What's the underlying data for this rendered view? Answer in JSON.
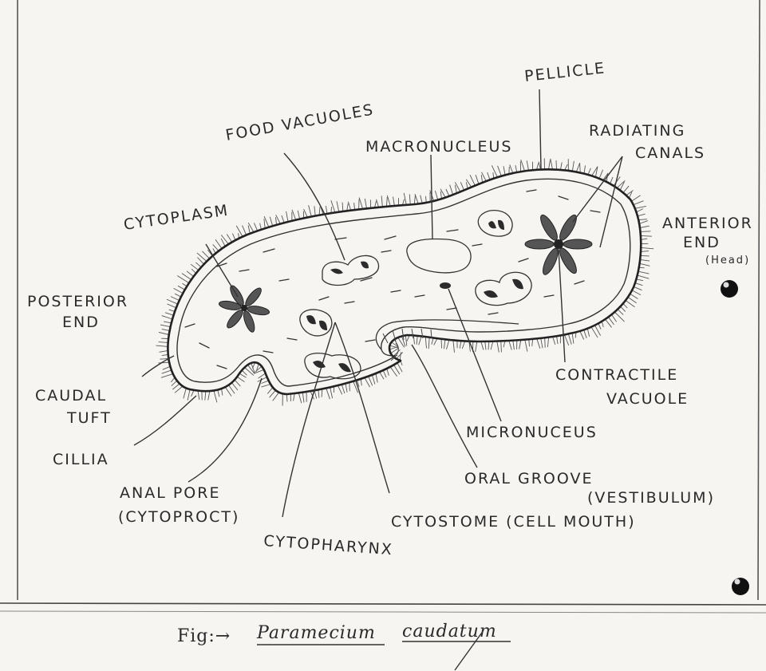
{
  "diagram": {
    "labels": {
      "food_vacuoles": "FOOD VACUOLES",
      "pellicle": "PELLICLE",
      "macronucleus": "MACRONUCLEUS",
      "radiating_canals_1": "RADIATING",
      "radiating_canals_2": "CANALS",
      "cytoplasm": "CYTOPLASM",
      "anterior_end_1": "ANTERIOR",
      "anterior_end_2": "END",
      "anterior_end_3": "(Head)",
      "posterior_end_1": "POSTERIOR",
      "posterior_end_2": "END",
      "caudal_tuft_1": "CAUDAL",
      "caudal_tuft_2": "TUFT",
      "cillia": "CILLIA",
      "contractile_vacuole_1": "CONTRACTILE",
      "contractile_vacuole_2": "VACUOLE",
      "micronucleus": "MICRONUCEUS",
      "oral_groove_1": "ORAL GROOVE",
      "oral_groove_2": "(VESTIBULUM)",
      "anal_pore_1": "ANAL PORE",
      "anal_pore_2": "(CYTOPROCT)",
      "cytostome": "CYTOSTOME (CELL MOUTH)",
      "cytopharynx": "CYTOPHARYNX"
    },
    "caption": {
      "prefix": "Fig:→",
      "genus": "Paramecium",
      "species": "caudatum"
    }
  }
}
